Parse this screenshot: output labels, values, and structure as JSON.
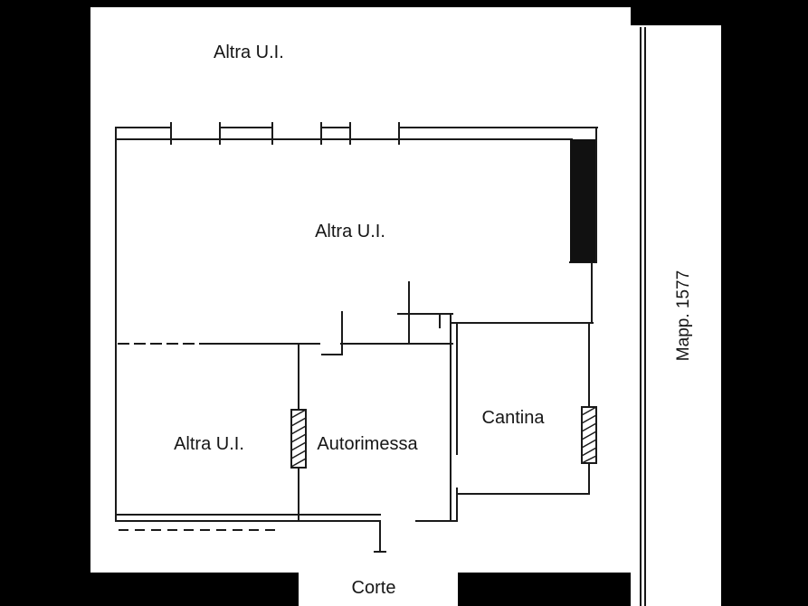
{
  "plan": {
    "labels": {
      "top_unit": "Altra U.I.",
      "main_unit": "Altra U.I.",
      "left_unit": "Altra U.I.",
      "garage": "Autorimessa",
      "cellar": "Cantina",
      "courtyard": "Corte",
      "parcel": "Mapp. 1577"
    },
    "colors": {
      "background": "#000000",
      "paper": "#ffffff",
      "ink": "#1a1a1a"
    }
  }
}
